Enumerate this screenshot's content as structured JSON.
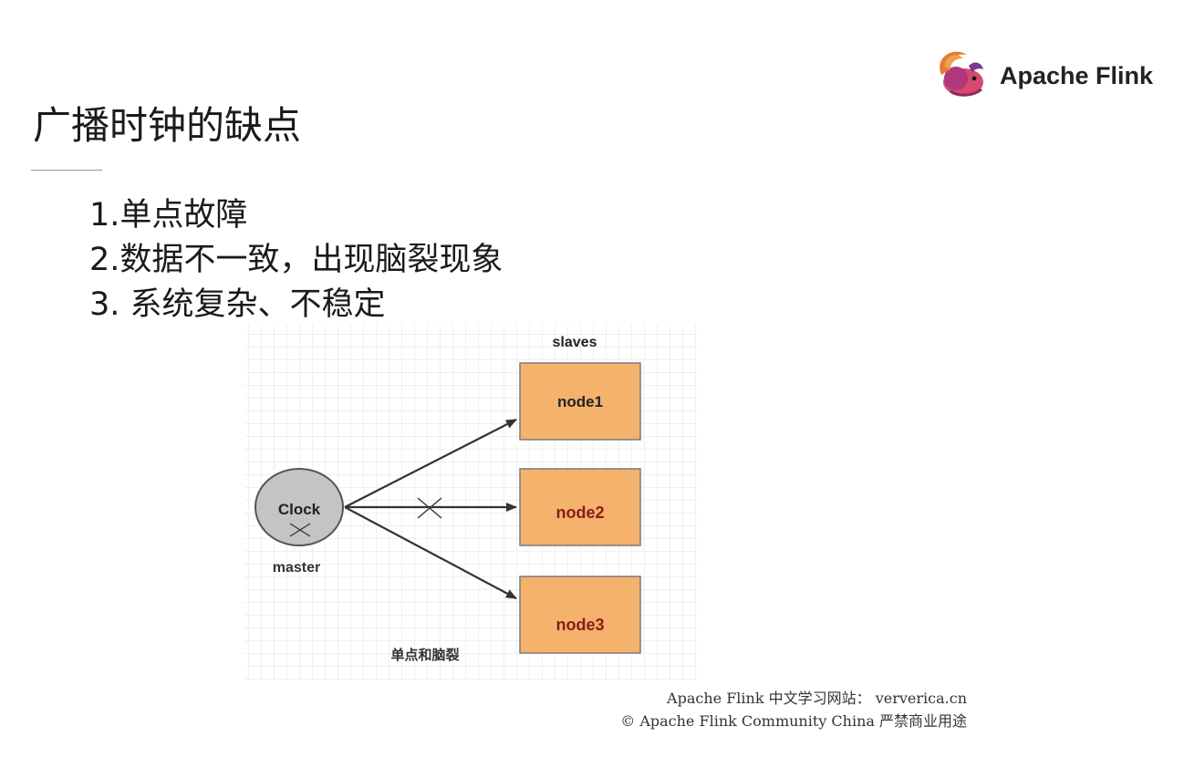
{
  "slide": {
    "title": "广播时钟的缺点",
    "points": [
      "1.单点故障",
      "2.数据不一致，出现脑裂现象",
      "3. 系统复杂、不稳定"
    ]
  },
  "logo": {
    "text": "Apache Flink"
  },
  "diagram": {
    "slaves_label": "slaves",
    "master_node": "Clock",
    "master_label": "master",
    "nodes": [
      "node1",
      "node2",
      "node3"
    ],
    "caption": "单点和脑裂",
    "colors": {
      "node_fill": "#f4b26d",
      "node_stroke": "#7a7a7a",
      "node_text": "#222222",
      "node_text_alert": "#8b1a1a",
      "master_fill": "#c4c4c4",
      "arrow": "#333333",
      "grid": "#dcdcdc"
    }
  },
  "footer": {
    "line1": "Apache Flink 中文学习网站： ververica.cn",
    "line2": "© Apache Flink Community China  严禁商业用途"
  }
}
